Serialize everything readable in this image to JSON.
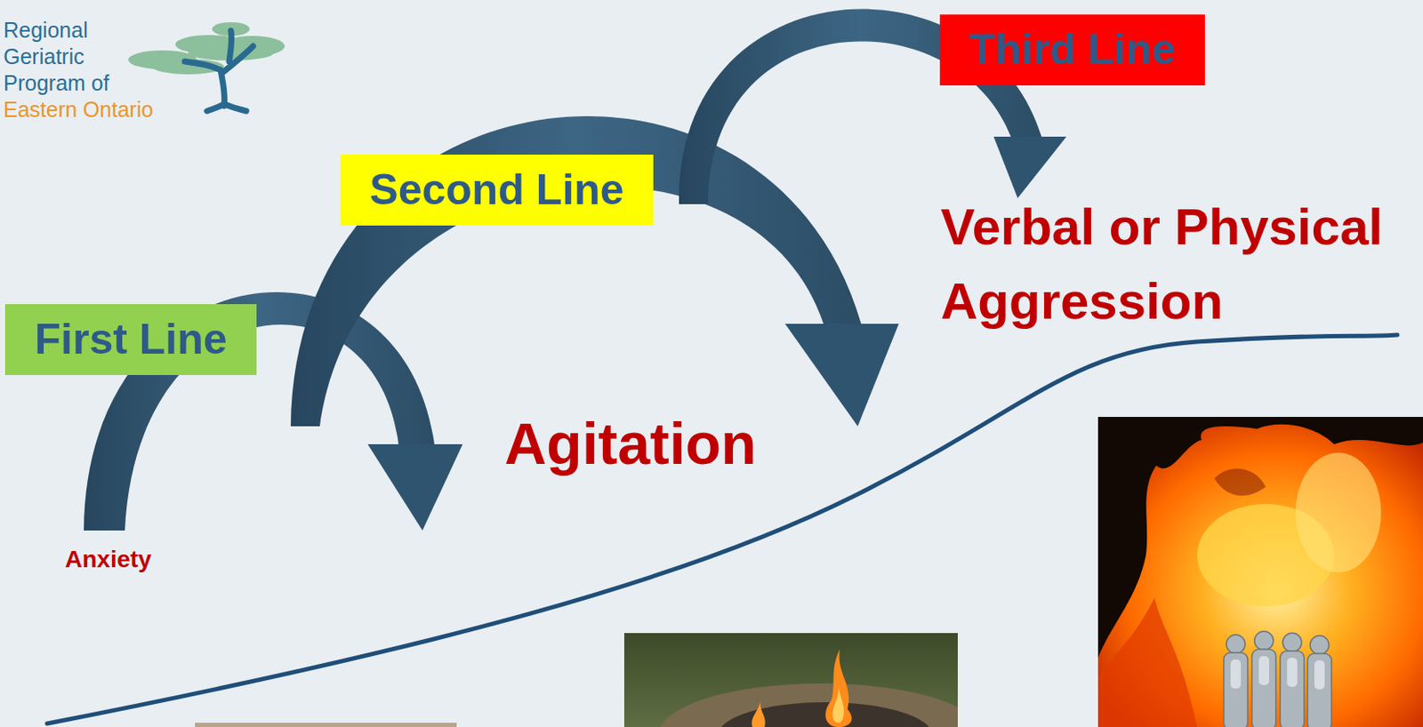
{
  "diagram": {
    "nodes": [
      {
        "text": [
          "First Line"
        ]
      },
      {
        "text": [
          "Second Line"
        ]
      },
      {
        "text": [
          "Third Line"
        ]
      }
    ],
    "labels": [
      "Regional Geriatric Program of",
      "Eastern Ontario",
      "Anxiety",
      "Agitation",
      "Verbal or Physical Aggression"
    ]
  }
}
